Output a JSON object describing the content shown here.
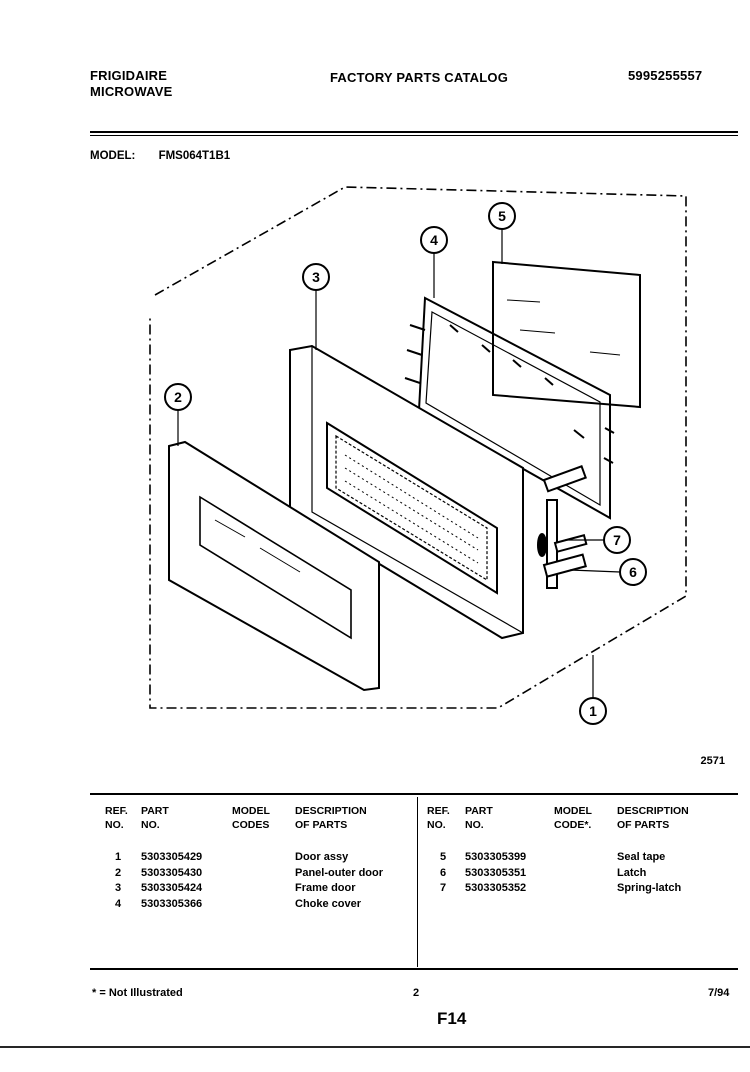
{
  "header": {
    "brand_line1": "FRIGIDAIRE",
    "brand_line2": "MICROWAVE",
    "catalog_title": "FACTORY PARTS CATALOG",
    "catalog_number": "5995255557",
    "model_label": "MODEL:",
    "model_value": "FMS064T1B1"
  },
  "diagram": {
    "callouts": [
      "1",
      "2",
      "3",
      "4",
      "5",
      "6",
      "7"
    ],
    "figure_id": "2571"
  },
  "parts_table": {
    "left_headers": {
      "ref": [
        "REF.",
        "NO."
      ],
      "part": [
        "PART",
        "NO."
      ],
      "model": [
        "MODEL",
        "CODES"
      ],
      "desc": [
        "DESCRIPTION",
        "OF PARTS"
      ]
    },
    "right_headers": {
      "ref": [
        "REF.",
        "NO."
      ],
      "part": [
        "PART",
        "NO."
      ],
      "model": [
        "MODEL",
        "CODE*."
      ],
      "desc": [
        "DESCRIPTION",
        "OF PARTS"
      ]
    },
    "left_rows": [
      {
        "ref": "1",
        "part": "5303305429",
        "model": "",
        "desc": "Door assy"
      },
      {
        "ref": "2",
        "part": "5303305430",
        "model": "",
        "desc": "Panel-outer door"
      },
      {
        "ref": "3",
        "part": "5303305424",
        "model": "",
        "desc": "Frame door"
      },
      {
        "ref": "4",
        "part": "5303305366",
        "model": "",
        "desc": "Choke cover"
      }
    ],
    "right_rows": [
      {
        "ref": "5",
        "part": "5303305399",
        "model": "",
        "desc": "Seal tape"
      },
      {
        "ref": "6",
        "part": "5303305351",
        "model": "",
        "desc": "Latch"
      },
      {
        "ref": "7",
        "part": "5303305352",
        "model": "",
        "desc": "Spring-latch"
      }
    ]
  },
  "footer": {
    "note": "* = Not Illustrated",
    "page_number": "2",
    "date": "7/94",
    "page_code": "F14"
  }
}
